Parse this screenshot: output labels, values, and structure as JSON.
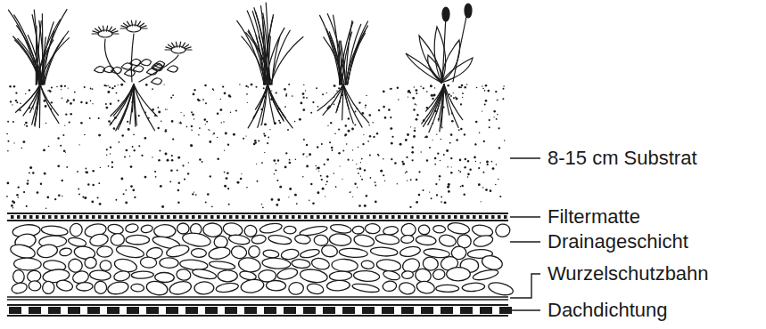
{
  "diagram": {
    "labels": [
      "8-15 cm Substrat",
      "Filtermatte",
      "Drainageschicht",
      "Wurzelschutzbahn",
      "Dachdichtung"
    ]
  }
}
